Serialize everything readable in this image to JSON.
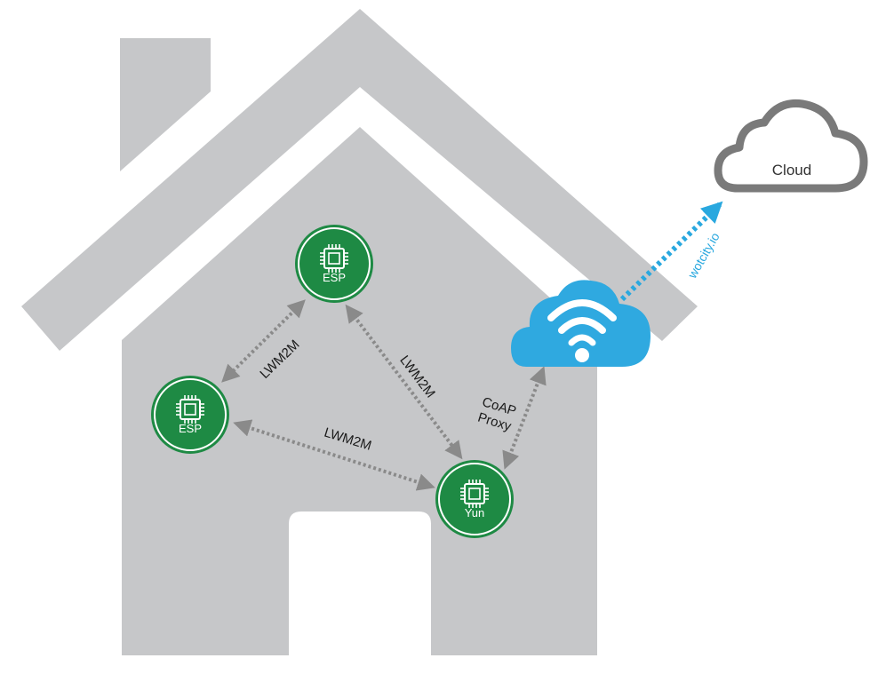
{
  "nodes": {
    "esp_top": {
      "label": "ESP"
    },
    "esp_left": {
      "label": "ESP"
    },
    "yun": {
      "label": "Yun"
    }
  },
  "links": {
    "esp_esp": "LWM2M",
    "esp_top_yun": "LWM2M",
    "esp_left_yun": "LWM2M",
    "yun_gateway_line1": "CoAP",
    "yun_gateway_line2": "Proxy"
  },
  "gateway": {
    "icon": "wifi-cloud-icon"
  },
  "cloud": {
    "label": "Cloud",
    "link_label": "wotcity.io"
  },
  "colors": {
    "house": "#c6c7c9",
    "node": "#1e8a44",
    "node_ring": "#ffffff",
    "arrow": "#8a8a8a",
    "gateway": "#2fa9e0",
    "cloud_outline": "#7a7a7a",
    "cloud_link": "#29a8df"
  }
}
